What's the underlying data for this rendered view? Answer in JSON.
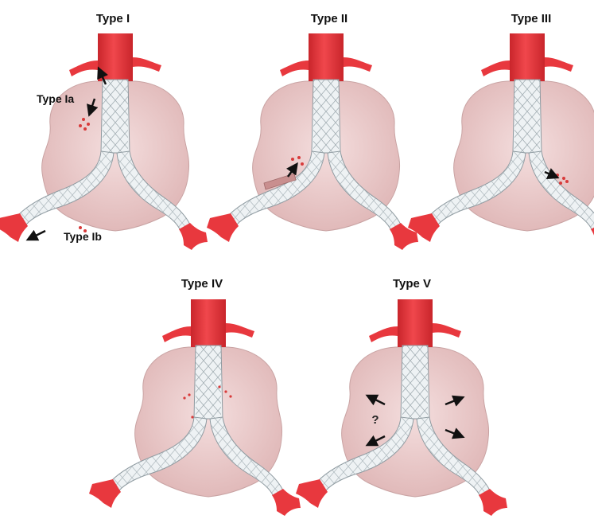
{
  "figure": {
    "panels": [
      {
        "id": "type-1",
        "title": "Type I",
        "sublabels": [
          "Type Ia",
          "Type Ib"
        ]
      },
      {
        "id": "type-2",
        "title": "Type II"
      },
      {
        "id": "type-3",
        "title": "Type III"
      },
      {
        "id": "type-4",
        "title": "Type IV"
      },
      {
        "id": "type-5",
        "title": "Type V",
        "note": "?"
      }
    ]
  },
  "colors": {
    "artery": "#e8383e",
    "artery_dark": "#c9252b",
    "sac": "#e6c4c4",
    "sac_edge": "#c9a3a3",
    "graft": "#eef2f4",
    "graft_edge": "#8e9aa0",
    "stent_wire": "#9aa6ac",
    "leak_dot": "#d83a3a",
    "arrow": "#111111"
  }
}
